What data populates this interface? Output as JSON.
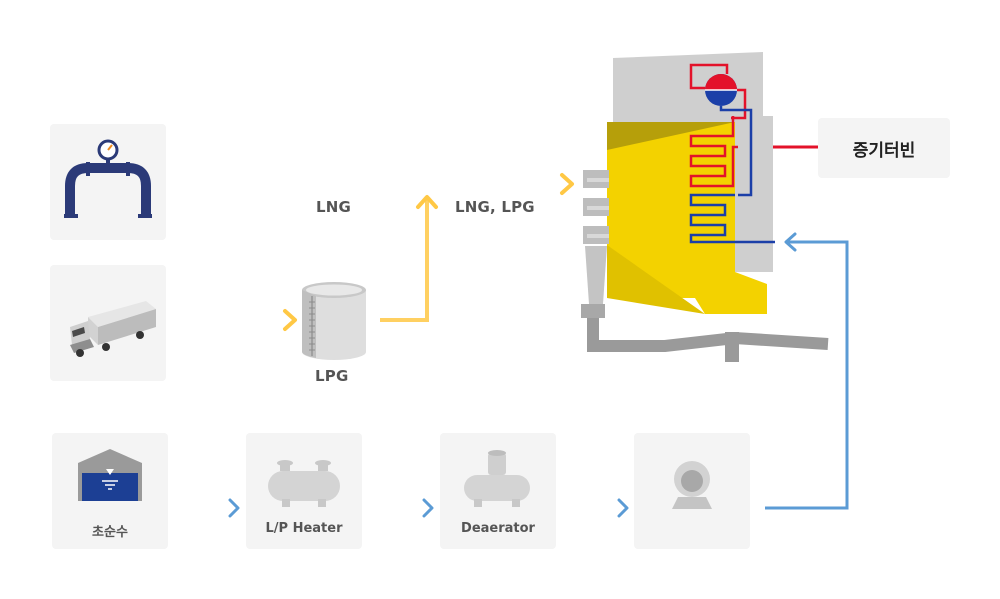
{
  "labels": {
    "lng": "LNG",
    "lng_lpg": "LNG, LPG",
    "lpg": "LPG",
    "pure_water": "초순수",
    "lp_heater": "L/P Heater",
    "deaerator": "Deaerator",
    "steam_turbine": "증기터빈"
  },
  "icons": {
    "pipeline": "pipeline-gauge-icon",
    "truck": "tanker-truck-icon",
    "lpg_tank": "lpg-storage-tank-icon",
    "water": "water-tank-icon",
    "heater": "lp-heater-icon",
    "deaerator": "deaerator-icon",
    "pump": "pump-icon",
    "boiler": "boiler-icon"
  },
  "colors": {
    "fuel_flow": "#ffc845",
    "water_flow": "#5b9bd5",
    "boiler_yellow": "#f3d200",
    "boiler_gray": "#cfcfcf",
    "hot_pipe": "#e3122a",
    "cold_pipe": "#1b3fa8",
    "icon_navy": "#2b3a78",
    "card_bg": "#f4f4f4"
  }
}
